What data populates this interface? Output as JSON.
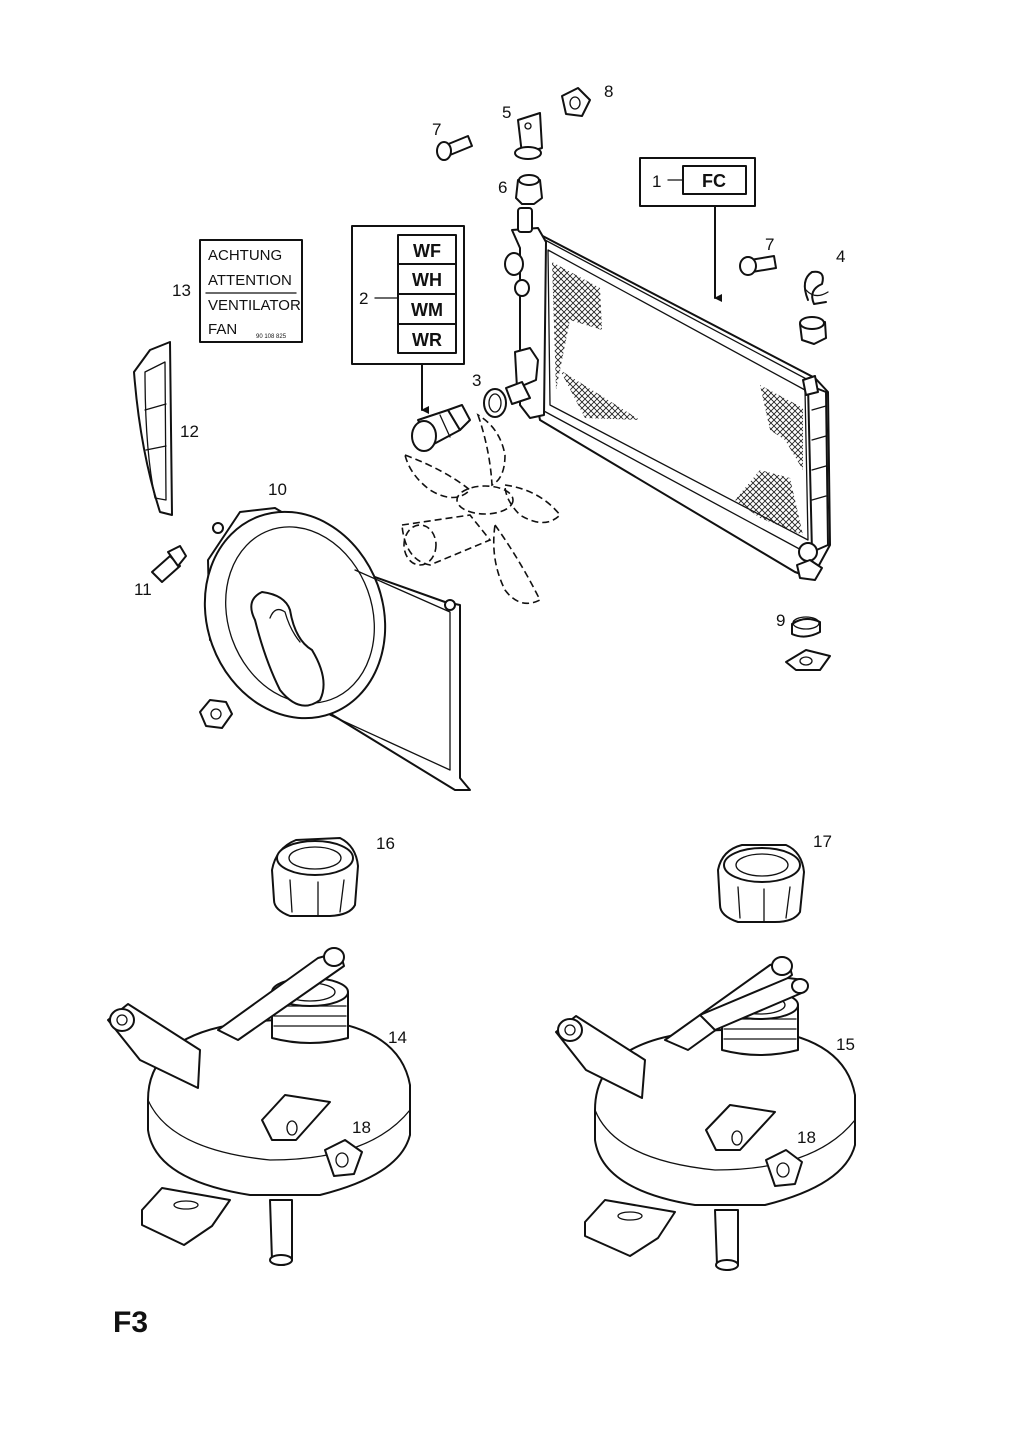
{
  "callouts": {
    "c1": "1",
    "c2": "2",
    "c3": "3",
    "c4": "4",
    "c5": "5",
    "c6": "6",
    "c7a": "7",
    "c7b": "7",
    "c8": "8",
    "c9": "9",
    "c10": "10",
    "c11": "11",
    "c12": "12",
    "c13": "13",
    "c14": "14",
    "c15": "15",
    "c16": "16",
    "c17": "17",
    "c18a": "18",
    "c18b": "18"
  },
  "radiator_code": "FC",
  "switch_codes": [
    "WF",
    "WH",
    "WM",
    "WR"
  ],
  "warning_label": {
    "lines": [
      "ACHTUNG",
      "ATTENTION",
      "VENTILATOR",
      "FAN"
    ],
    "part_number": "90 108 825"
  },
  "page_code": "F3"
}
